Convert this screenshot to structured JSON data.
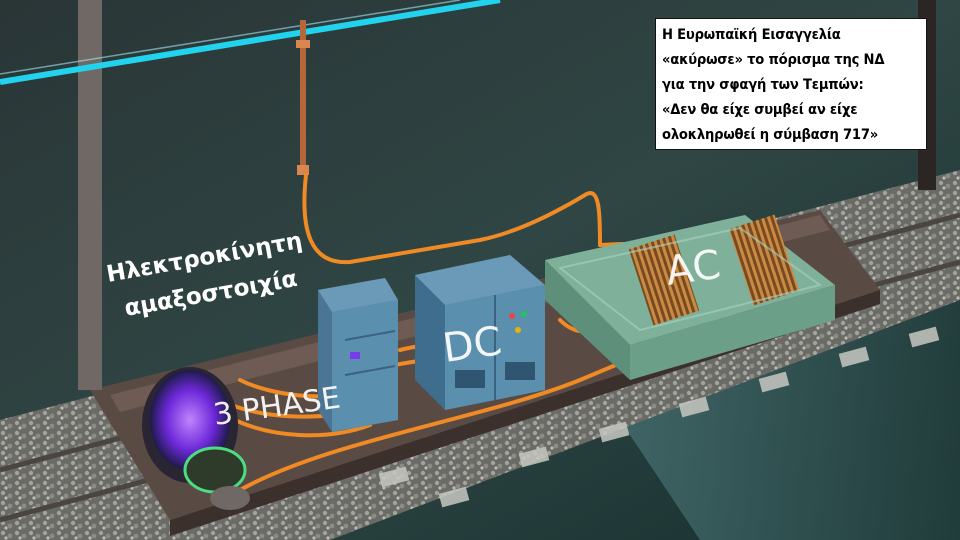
{
  "headline": {
    "lines": [
      "Η Ευρωπαϊκή Εισαγγελία",
      "«ακύρωσε» το πόρισμα της ΝΔ",
      "για την σφαγή των Τεμπών:",
      "«Δεν θα είχε συμβεί αν είχε",
      "ολοκληρωθεί η σύμβαση 717»"
    ]
  },
  "diagram": {
    "caption_lines": [
      "Ηλεκτροκίνητη",
      "αμαξοστοιχία"
    ],
    "labels": {
      "three_phase": "3 PHASE",
      "dc": "DC",
      "ac": "AC"
    }
  },
  "colors": {
    "overhead_wire": "#22d3ee",
    "cable": "#f08a24",
    "cabinet_blue": "#5a8fae",
    "transformer_green": "#8fbfaa",
    "motor_glow": "#8b5cf6"
  }
}
